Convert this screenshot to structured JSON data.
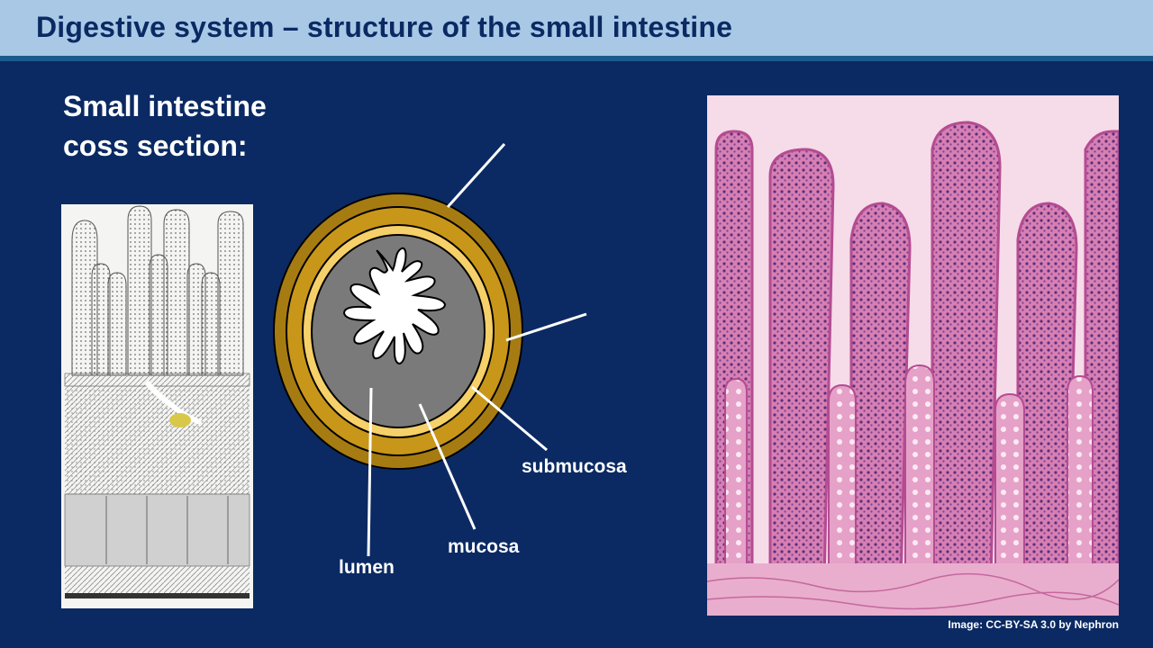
{
  "slide": {
    "title": "Digestive system – structure of the small intestine",
    "subtitle_line1": "Small intestine",
    "subtitle_line2": "coss section:"
  },
  "diagram": {
    "labels": {
      "submucosa": "submucosa",
      "mucosa": "mucosa",
      "lumen": "lumen"
    },
    "colors": {
      "outer_layer": "#a67c12",
      "middle_layer": "#c89618",
      "submucosa_layer": "#f6d068",
      "mucosa_layer": "#7a7a7a",
      "lumen": "#ffffff",
      "lines": "#ffffff"
    }
  },
  "images": {
    "left_illustration": "villi-drawing",
    "right_micrograph": "histology-micrograph",
    "credit": "Image: CC-BY-SA 3.0 by Nephron"
  }
}
